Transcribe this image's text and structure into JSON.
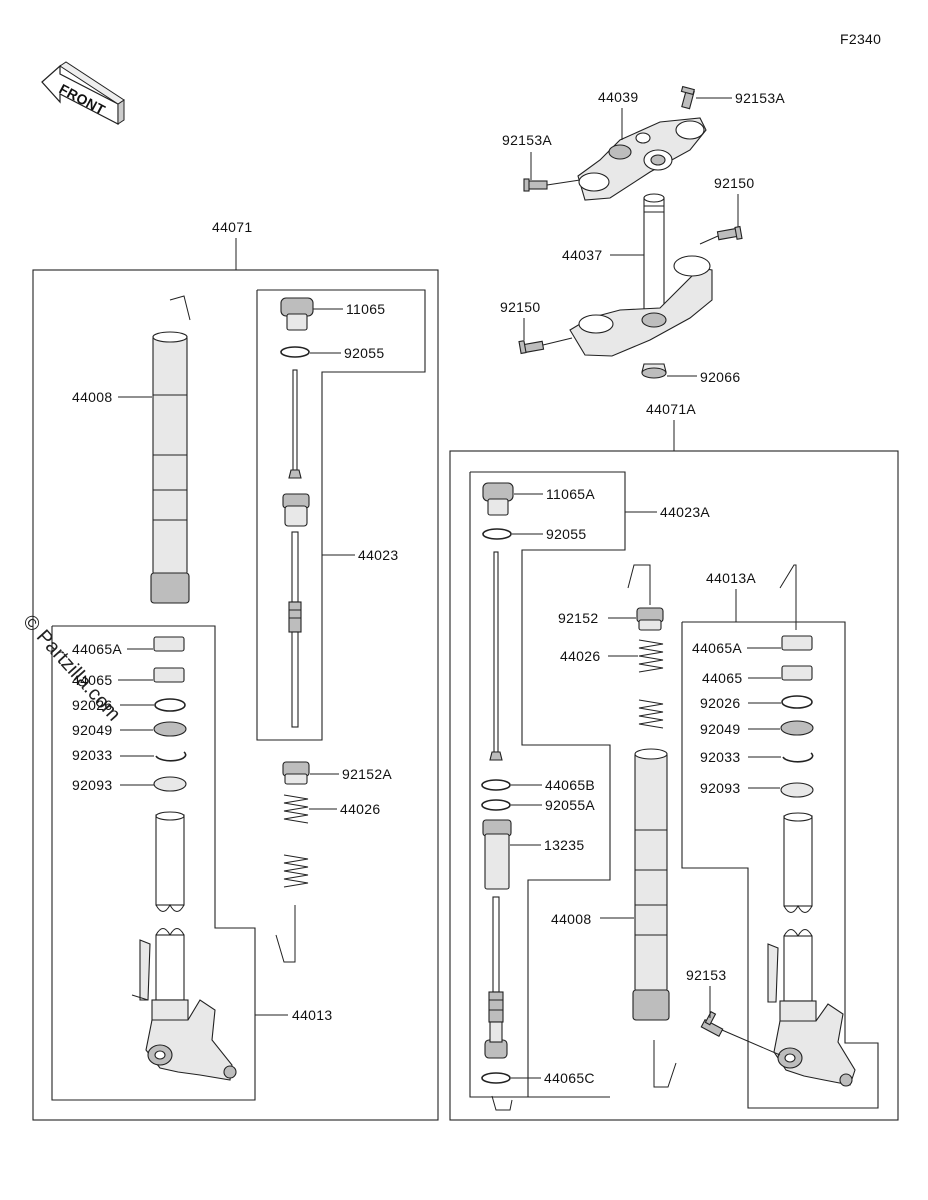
{
  "diagram": {
    "figure_id": "F2340",
    "direction_label": "FRONT",
    "watermark": "© Partzilla.com",
    "labels": {
      "p44071": "44071",
      "p44071A": "44071A",
      "p44039": "44039",
      "p92153A_top": "92153A",
      "p92153A_left": "92153A",
      "p92150_right": "92150",
      "p44037": "44037",
      "p92150_left": "92150",
      "p92066": "92066",
      "p44008_left": "44008",
      "p11065": "11065",
      "p92055_left": "92055",
      "p44023": "44023",
      "p44065A_left": "44065A",
      "p44065_left": "44065",
      "p92026_left": "92026",
      "p92049_left": "92049",
      "p92033_left": "92033",
      "p92093_left": "92093",
      "p92152A": "92152A",
      "p44026_left": "44026",
      "p44013": "44013",
      "p11065A": "11065A",
      "p92055_right": "92055",
      "p44023A": "44023A",
      "p44013A": "44013A",
      "p92152": "92152",
      "p44026_right": "44026",
      "p44065A_right": "44065A",
      "p44065_right": "44065",
      "p92026_right": "92026",
      "p92049_right": "92049",
      "p92033_right": "92033",
      "p92093_right": "92093",
      "p44065B": "44065B",
      "p92055A": "92055A",
      "p13235": "13235",
      "p44008_right": "44008",
      "p92153": "92153",
      "p44065C": "44065C"
    }
  }
}
